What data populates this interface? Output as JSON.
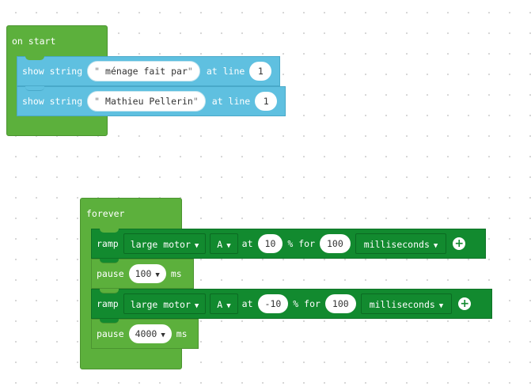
{
  "on_start": {
    "label": "on start",
    "blocks": [
      {
        "label": "show string",
        "value": "ménage fait par",
        "at": "at line",
        "line": "1"
      },
      {
        "label": "show string",
        "value": "Mathieu Pellerin",
        "at": "at line",
        "line": "1"
      }
    ]
  },
  "forever": {
    "label": "forever",
    "ramp1": {
      "label": "ramp",
      "motor": "large motor",
      "port": "A",
      "at": "at",
      "speed": "10",
      "pct_for": "% for",
      "duration": "100",
      "unit": "milliseconds"
    },
    "pause1": {
      "label": "pause",
      "value": "100",
      "unit": "ms"
    },
    "ramp2": {
      "label": "ramp",
      "motor": "large motor",
      "port": "A",
      "at": "at",
      "speed": "-10",
      "pct_for": "% for",
      "duration": "100",
      "unit": "milliseconds"
    },
    "pause2": {
      "label": "pause",
      "value": "4000",
      "unit": "ms"
    }
  },
  "icons": {
    "dropdown": "caret-down-icon",
    "add": "plus-circle-icon"
  },
  "colors": {
    "event": "#5cb03c",
    "display": "#5fc0e0",
    "motor": "#128a2f"
  }
}
